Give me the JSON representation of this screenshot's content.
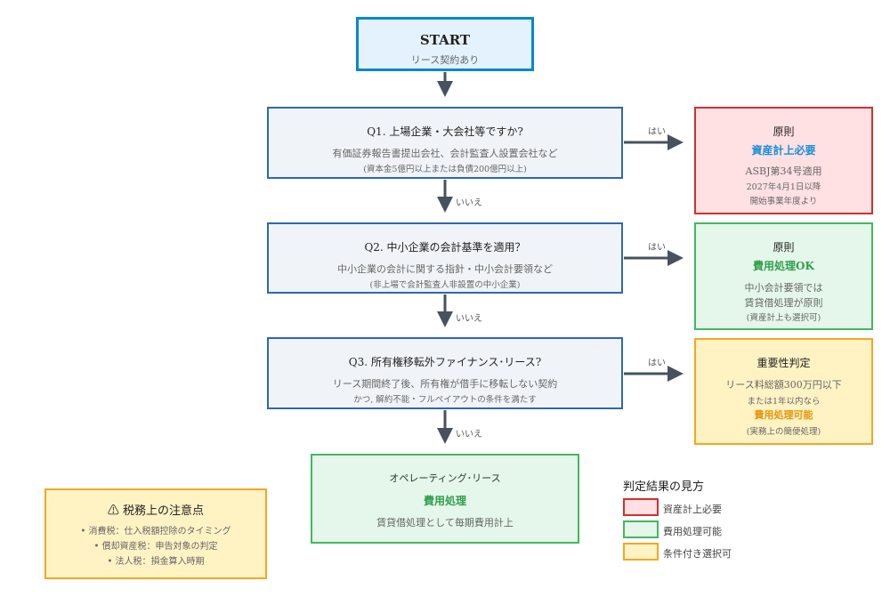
{
  "start": {
    "title": "START",
    "subtitle": "リース契約あり"
  },
  "questions": [
    {
      "title": "Q1. 上場企業・大会社等ですか?",
      "line1": "有価証券報告書提出会社、会計監査人設置会社など",
      "line2": "(資本金5億円以上または負債200億円以上)"
    },
    {
      "title": "Q2. 中小企業の会計基準を適用？",
      "line1": "中小企業の会計に関する指針・中小会計要領など",
      "line2": "(非上場で会計監査人非設置の中小企業)"
    },
    {
      "title": "Q3. 所有権移転外ファイナンス･リース?",
      "line1": "リース期間終了後、所有権が借手に移転しない契約",
      "line2": "かつ, 解約不能・フルペイアウトの条件を満たす"
    }
  ],
  "edges": {
    "yes": "はい",
    "no": "いいえ"
  },
  "results": [
    {
      "heading": "原則",
      "verdict": "資産計上必要",
      "lines": [
        "ASBJ第34号適用",
        "2027年4月1日以降",
        "開始事業年度より"
      ]
    },
    {
      "heading": "原則",
      "verdict": "費用処理OK",
      "lines": [
        "中小会計要領では",
        "賃貸借処理が原則",
        "(資産計上も選択可)"
      ]
    },
    {
      "heading": "重要性判定",
      "line1": "リース料総額300万円以下",
      "line2": "または1年以内なら",
      "verdict": "費用処理可能",
      "line3": "(実務上の簡便処理)"
    }
  ],
  "operating": {
    "title": "オペレーティング･リース",
    "verdict": "費用処理",
    "detail": "賃貸借処理として毎期費用計上"
  },
  "tax_note": {
    "title": "⚠ 税務上の注意点",
    "items": [
      "• 消費税：仕入税額控除のタイミング",
      "• 償却資産税：申告対象の判定",
      "• 法人税：損金算入時期"
    ]
  },
  "legend": {
    "title": "判定結果の見方",
    "items": [
      "資産計上必要",
      "費用処理可能",
      "条件付き選択可"
    ]
  },
  "colors": {
    "arrow": "#48525f",
    "red": "#d32f2f",
    "green": "#43b85f",
    "yellow": "#f5a623",
    "blue": "#0288d1"
  }
}
